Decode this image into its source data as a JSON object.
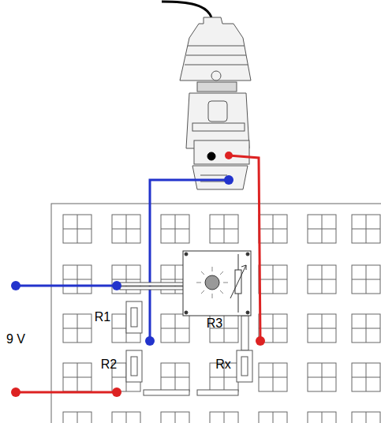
{
  "diagram": {
    "labels": [
      "R1",
      "R3",
      "9 V",
      "R2",
      "Rx"
    ]
  }
}
